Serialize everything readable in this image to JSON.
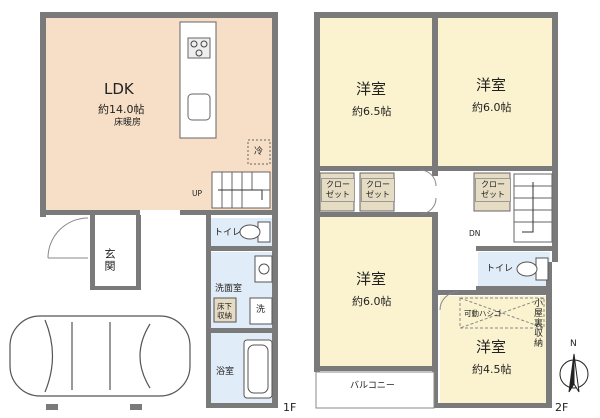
{
  "floors": {
    "first": {
      "label": "1F",
      "rooms": {
        "ldk": {
          "name": "LDK",
          "size": "約14.0帖",
          "note": "床暖房"
        },
        "entrance": {
          "name": "玄関"
        },
        "toilet": {
          "name": "トイレ"
        },
        "washroom": {
          "name": "洗面室"
        },
        "under_floor_storage": {
          "name": "床下\n収納"
        },
        "washer": {
          "name": "洗"
        },
        "bath": {
          "name": "浴室"
        }
      },
      "markers": {
        "fridge": "冷",
        "stairs_up": "UP"
      }
    },
    "second": {
      "label": "2F",
      "rooms": {
        "room_a": {
          "name": "洋室",
          "size": "約6.5帖"
        },
        "room_b": {
          "name": "洋室",
          "size": "約6.0帖"
        },
        "room_c": {
          "name": "洋室",
          "size": "約6.0帖"
        },
        "room_d": {
          "name": "洋室",
          "size": "約4.5帖"
        },
        "closet_1": {
          "name": "クロー\nゼット"
        },
        "closet_2": {
          "name": "クロー\nゼット"
        },
        "closet_3": {
          "name": "クロー\nゼット"
        },
        "toilet": {
          "name": "トイレ"
        },
        "balcony": {
          "name": "バルコニー"
        },
        "loft_storage": {
          "name": "小屋裏収納"
        },
        "movable_ladder": {
          "name": "可動ハシゴ"
        }
      },
      "markers": {
        "stairs_down": "DN"
      }
    }
  },
  "compass": {
    "north": "N"
  },
  "colors": {
    "wall": "#7a7a7a",
    "ldk_floor": "#f6dfc6",
    "room_floor": "#fbf3cf",
    "wet_floor": "#e0ecf7",
    "closet": "#e6dcc3"
  }
}
